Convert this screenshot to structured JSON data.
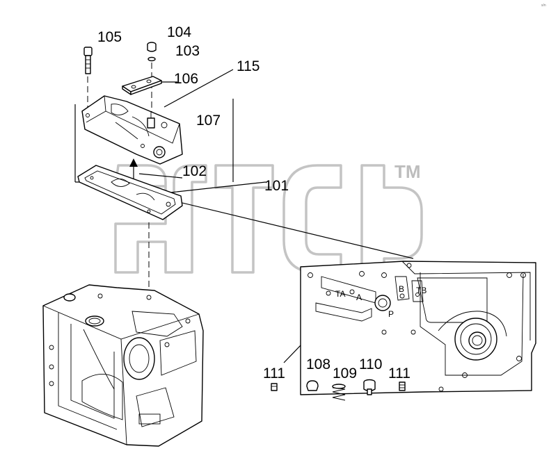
{
  "callouts": {
    "c105": "105",
    "c104": "104",
    "c103": "103",
    "c115": "115",
    "c106": "106",
    "c107": "107",
    "c102": "102",
    "c101": "101",
    "c111a": "111",
    "c108": "108",
    "c109": "109",
    "c110": "110",
    "c111b": "111"
  },
  "port_labels": {
    "ta": "TA",
    "a": "A",
    "b": "B",
    "tb": "TB",
    "p": "P"
  },
  "watermark": {
    "trademark": "TM"
  },
  "corner_mark": "s/n"
}
